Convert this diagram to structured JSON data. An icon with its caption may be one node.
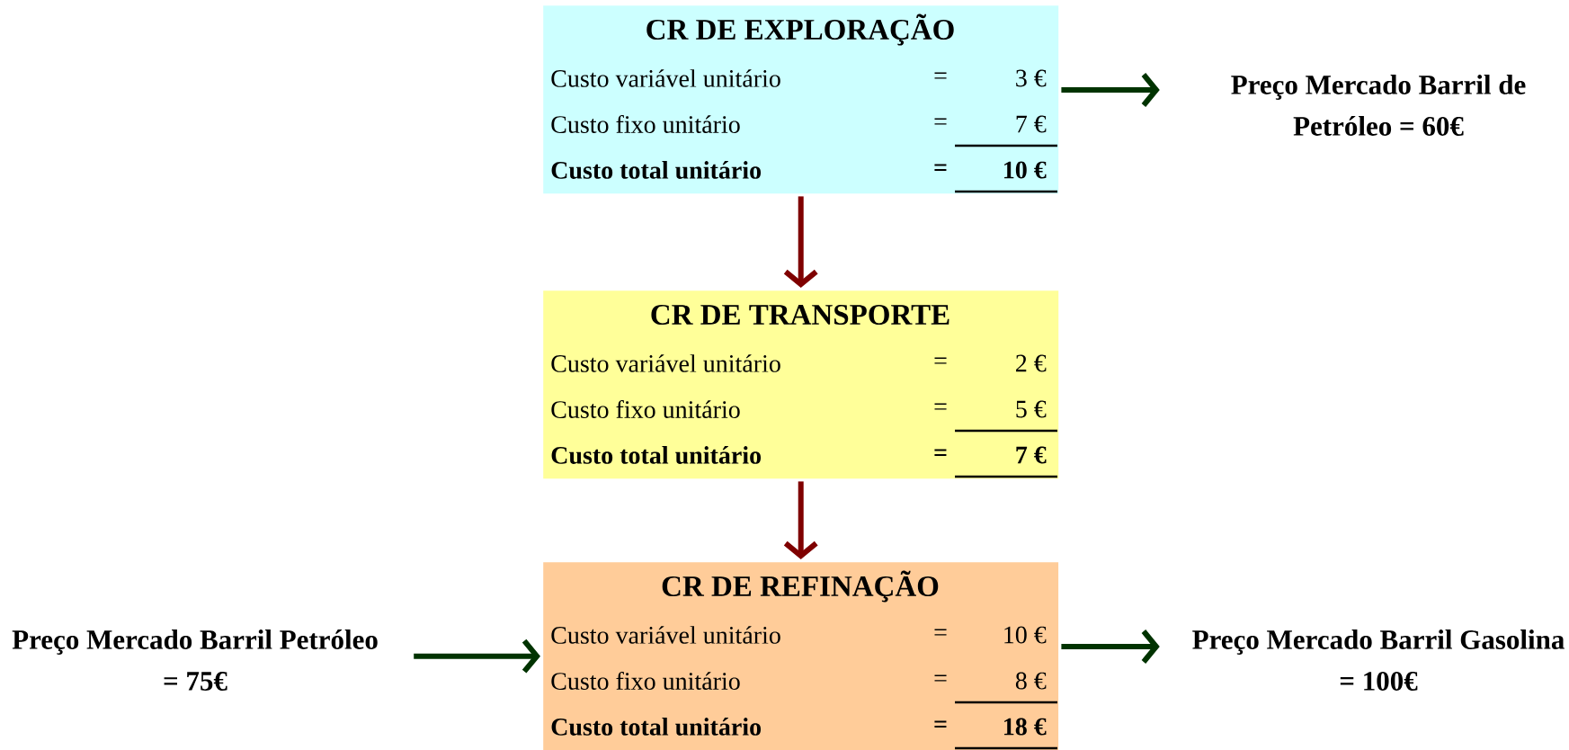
{
  "diagram": {
    "nodes": [
      {
        "text": [
          "CR DE EXPLORAÇÃO",
          "Custo variável unitário",
          "=",
          "3 €",
          "Custo fixo unitário",
          "=",
          "7 €",
          "Custo total unitário",
          "=",
          "10 €"
        ]
      },
      {
        "text": [
          "Preço Mercado Barril de Petróleo = 60€"
        ]
      },
      {
        "text": [
          "CR DE TRANSPORTE",
          "Custo variável unitário",
          "=",
          "2 €",
          "Custo fixo unitário",
          "=",
          "5 €",
          "Custo total unitário",
          "=",
          "7 €"
        ]
      },
      {
        "text": [
          "Preço Mercado Barril Petróleo = 75€"
        ]
      },
      {
        "text": [
          "CR DE REFINAÇÃO",
          "Custo variável unitário",
          "=",
          "10 €",
          "Custo fixo unitário",
          "=",
          "8 €",
          "Custo total unitário",
          "=",
          "18 €"
        ]
      },
      {
        "text": [
          "Preço Mercado Barril Gasolina = 100€"
        ]
      }
    ],
    "edges": [
      {
        "from": 0,
        "to": 1,
        "arrow": "to"
      },
      {
        "from": 0,
        "to": 2,
        "arrow": "to",
        "color": "#7f0000"
      },
      {
        "from": 2,
        "to": 4,
        "arrow": "to",
        "color": "#7f0000"
      },
      {
        "from": 3,
        "to": 4,
        "arrow": "to"
      },
      {
        "from": 4,
        "to": 5,
        "arrow": "to"
      }
    ]
  }
}
